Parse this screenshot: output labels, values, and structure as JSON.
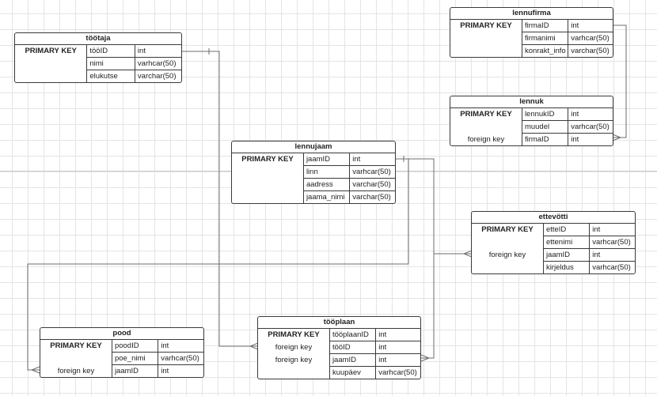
{
  "entities": {
    "tootaja": {
      "name": "töötaja",
      "rows": [
        {
          "key": "PRIMARY KEY",
          "col": "tööID",
          "type": "int"
        },
        {
          "key": "",
          "col": "nimi",
          "type": "varhcar(50)"
        },
        {
          "key": "",
          "col": "elukutse",
          "type": "varchar(50)"
        }
      ]
    },
    "lennufirma": {
      "name": "lennufirma",
      "rows": [
        {
          "key": "PRIMARY KEY",
          "col": "firmaID",
          "type": "int"
        },
        {
          "key": "",
          "col": "firmanimi",
          "type": "varhcar(50)"
        },
        {
          "key": "",
          "col": "konrakt_info",
          "type": "varchar(50)"
        }
      ]
    },
    "lennuk": {
      "name": "lennuk",
      "rows": [
        {
          "key": "PRIMARY KEY",
          "col": "lennukID",
          "type": "int"
        },
        {
          "key": "",
          "col": "muudel",
          "type": "varhcar(50)"
        },
        {
          "key": "foreign key",
          "col": "firmaID",
          "type": "int"
        }
      ]
    },
    "lennujaam": {
      "name": "lennujaam",
      "rows": [
        {
          "key": "PRIMARY KEY",
          "col": "jaamID",
          "type": "int"
        },
        {
          "key": "",
          "col": "linn",
          "type": "varhcar(50)"
        },
        {
          "key": "",
          "col": "aadress",
          "type": "varchar(50)"
        },
        {
          "key": "",
          "col": "jaama_nimi",
          "type": "varchar(50)"
        }
      ]
    },
    "ettevotti": {
      "name": "ettevötti",
      "rows": [
        {
          "key": "PRIMARY KEY",
          "col": "etteID",
          "type": "int"
        },
        {
          "key": "",
          "col": "ettenimi",
          "type": "varhcar(50)"
        },
        {
          "key": "foreign key",
          "col": "jaamID",
          "type": "int"
        },
        {
          "key": "",
          "col": "kirjeldus",
          "type": "varhcar(50)"
        }
      ]
    },
    "pood": {
      "name": "pood",
      "rows": [
        {
          "key": "PRIMARY KEY",
          "col": "poodID",
          "type": "int"
        },
        {
          "key": "",
          "col": "poe_nimi",
          "type": "varhcar(50)"
        },
        {
          "key": "foreign key",
          "col": "jaamID",
          "type": "int"
        }
      ]
    },
    "tooplaan": {
      "name": "tööplaan",
      "rows": [
        {
          "key": "PRIMARY KEY",
          "col": "tööplaanID",
          "type": "int"
        },
        {
          "key": "foreign key",
          "col": "tööID",
          "type": "int"
        },
        {
          "key": "foreign key",
          "col": "jaamID",
          "type": "int"
        },
        {
          "key": "",
          "col": "kuupäev",
          "type": "varhcar(50)"
        }
      ]
    }
  },
  "colors": {
    "border": "#3a3a3a",
    "connector": "#6e6e6e",
    "grid": "#e4e4e4"
  }
}
